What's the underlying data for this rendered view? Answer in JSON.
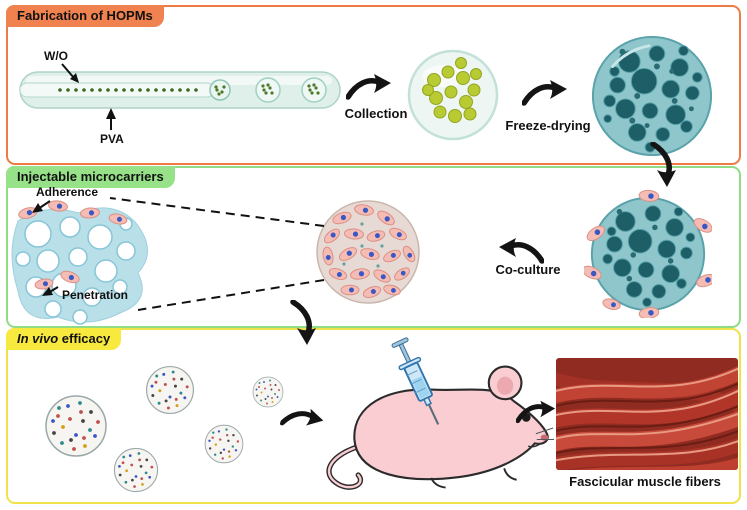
{
  "figure": {
    "panels": {
      "fabrication": {
        "title": "Fabrication of HOPMs",
        "labels": {
          "wo": "W/O",
          "pva": "PVA",
          "collection": "Collection",
          "freeze_drying": "Freeze-drying"
        }
      },
      "microcarriers": {
        "title": "Injectable microcarriers",
        "labels": {
          "adherence": "Adherence",
          "penetration": "Penetration",
          "coculture": "Co-culture"
        }
      },
      "invivo": {
        "title_italic": "In vivo",
        "title_rest": " efficacy",
        "labels": {
          "muscle": "Fascicular muscle fibers"
        }
      }
    },
    "colors": {
      "panel_fabrication_border": "#ee7b45",
      "panel_fabrication_chip": "#f0824f",
      "panel_microcarriers_border": "#8fdc85",
      "panel_microcarriers_chip": "#97e189",
      "panel_invivo_border": "#f1e24a",
      "panel_invivo_chip": "#f7e93e",
      "microsphere_teal": "#8ec6cb",
      "microsphere_pore_dark": "#1e5e67",
      "cell_pink": "#f5bcb3",
      "cell_nucleus_blue": "#3a57c4",
      "collection_sphere_green": "#b9cb32",
      "tube_teal": "#dff0ea",
      "mouse_pink": "#f9cdd2",
      "syringe_blue": "#cfe8f7",
      "muscle_red": "#b13629",
      "arrow_black": "#141414"
    }
  }
}
